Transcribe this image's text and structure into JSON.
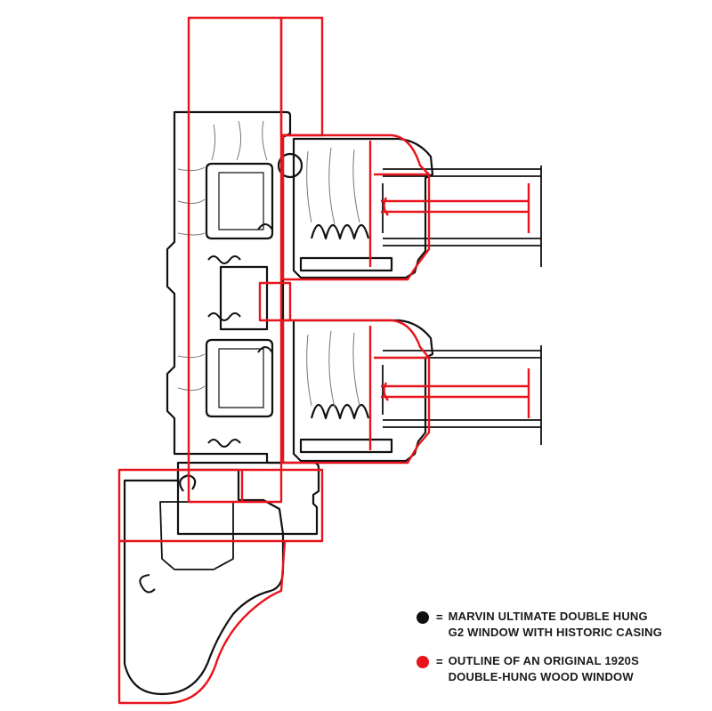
{
  "legend": [
    {
      "color": "#111111",
      "marker": "black-dot",
      "lines": [
        "MARVIN ULTIMATE DOUBLE HUNG",
        "G2 WINDOW WITH HISTORIC CASING"
      ]
    },
    {
      "color": "#e8141c",
      "marker": "red-dot",
      "lines": [
        "OUTLINE OF AN ORIGINAL 1920S",
        "DOUBLE-HUNG WOOD WINDOW"
      ]
    }
  ],
  "colors": {
    "marvin_profile": "#111111",
    "original_outline": "#e8141c",
    "wood_grain": "#777777",
    "background": "#ffffff"
  }
}
